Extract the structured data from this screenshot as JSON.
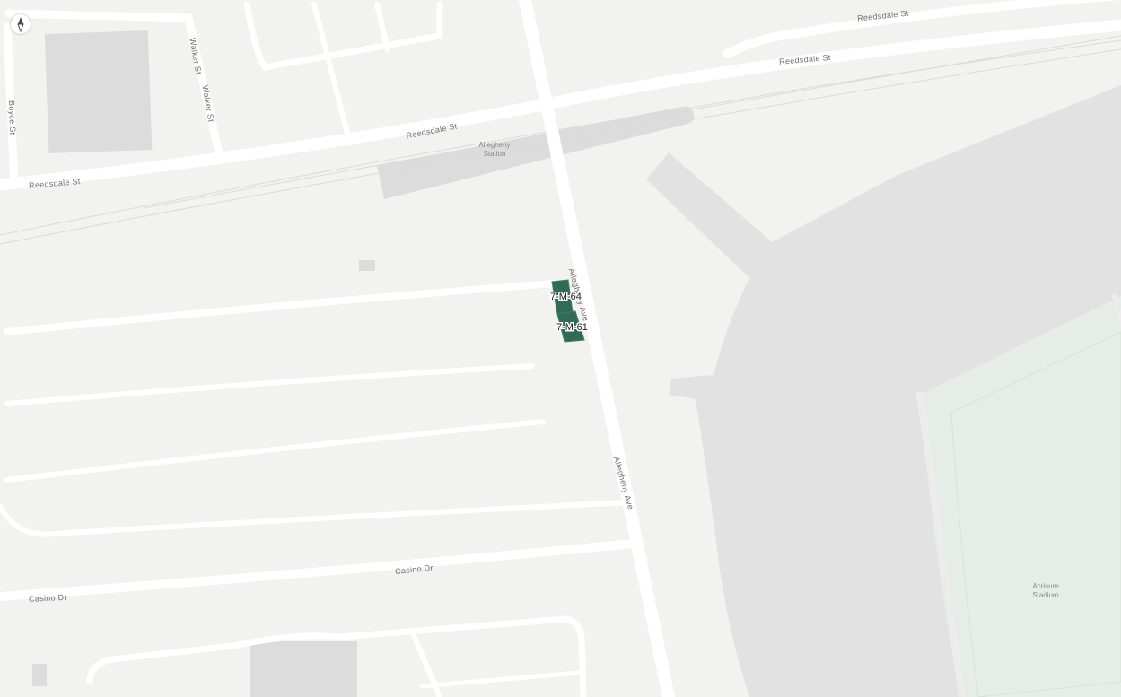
{
  "map": {
    "colors": {
      "land": "#f2f2f1",
      "road": "#ffffff",
      "building": "#dcdcdc",
      "stadium": "#e3e3e3",
      "field": "#e6ede6",
      "parcel": "#2f6b57",
      "label": "#6f6f6f"
    },
    "compass": {
      "icon": "compass-icon"
    },
    "street_labels": {
      "reedsdale_top": "Reedsdale St",
      "reedsdale_upper": "Reedsdale St",
      "reedsdale_mid": "Reedsdale St",
      "reedsdale_left": "Reedsdale St",
      "walker_1": "Walker St",
      "walker_2": "Walker St",
      "boyce": "Boyce St",
      "allegheny_1": "Allegheny Ave",
      "allegheny_2": "Allegheny Ave",
      "casino_1": "Casino Dr",
      "casino_2": "Casino Dr"
    },
    "places": {
      "station": [
        "Allegheny",
        "Station"
      ],
      "stadium": [
        "Acrisure",
        "Stadium"
      ]
    },
    "parcels": [
      {
        "label": "7-M-64"
      },
      {
        "label": "7-M-61"
      }
    ]
  }
}
